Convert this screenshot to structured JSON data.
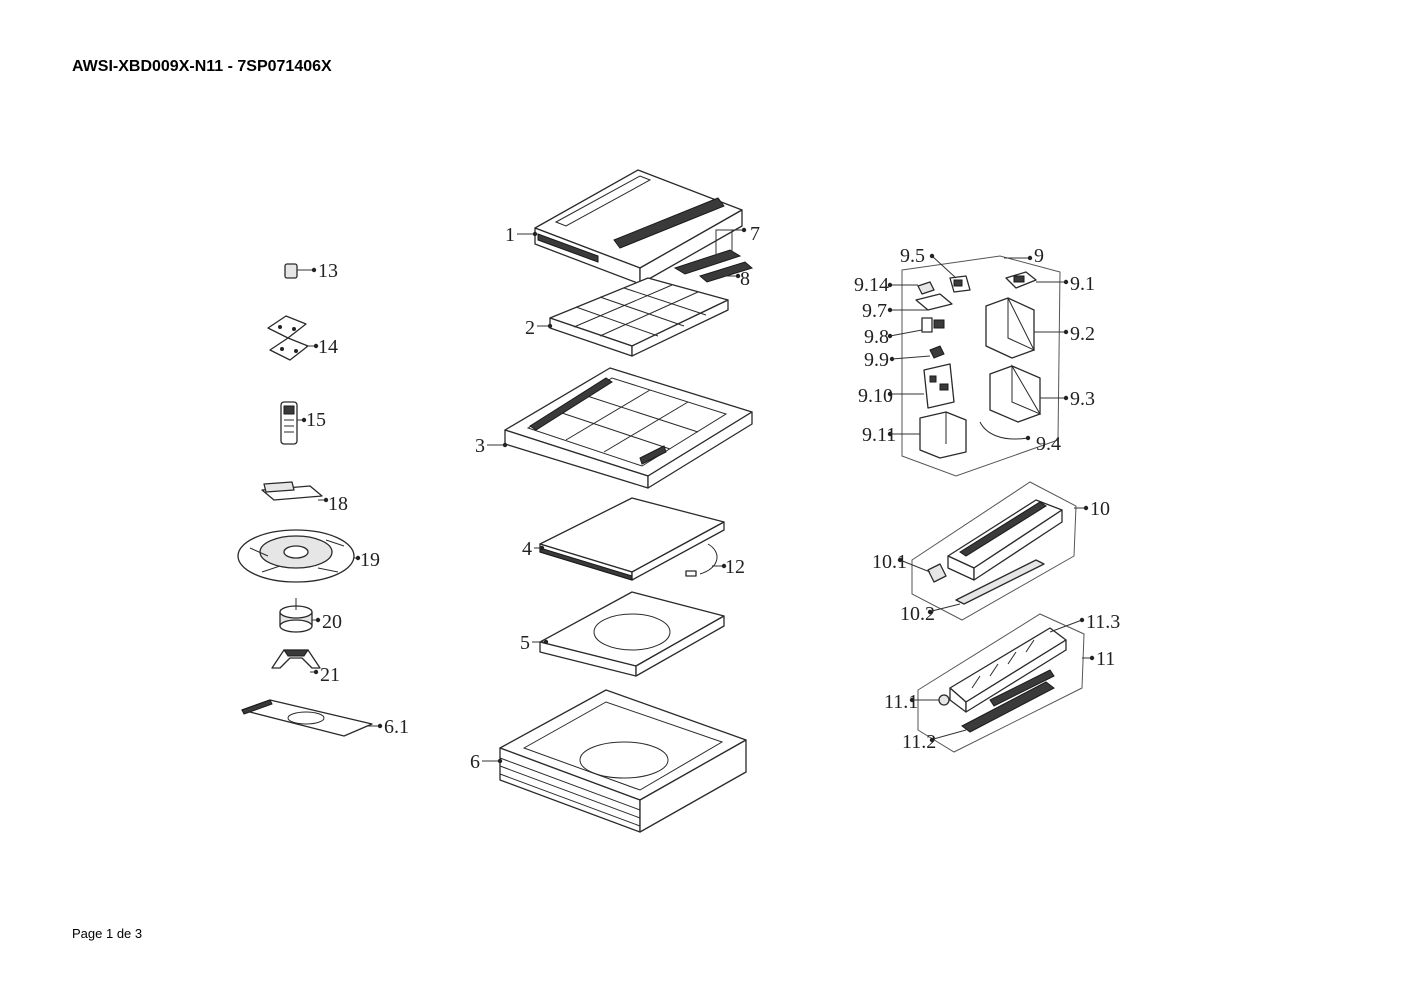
{
  "document": {
    "title": "AWSI-XBD009X-N11 - 7SP071406X",
    "footer": "Page 1 de 3"
  },
  "callouts": {
    "c1": "1",
    "c2": "2",
    "c3": "3",
    "c4": "4",
    "c5": "5",
    "c6": "6",
    "c6_1": "6.1",
    "c7": "7",
    "c8": "8",
    "c9": "9",
    "c9_1": "9.1",
    "c9_2": "9.2",
    "c9_3": "9.3",
    "c9_4": "9.4",
    "c9_5": "9.5",
    "c9_7": "9.7",
    "c9_8": "9.8",
    "c9_9": "9.9",
    "c9_10": "9.10",
    "c9_11": "9.11",
    "c9_14": "9.14",
    "c10": "10",
    "c10_1": "10.1",
    "c10_2": "10.2",
    "c11": "11",
    "c11_1": "11.1",
    "c11_2": "11.2",
    "c11_3": "11.3",
    "c12": "12",
    "c13": "13",
    "c14": "14",
    "c15": "15",
    "c18": "18",
    "c19": "19",
    "c20": "20",
    "c21": "21"
  }
}
